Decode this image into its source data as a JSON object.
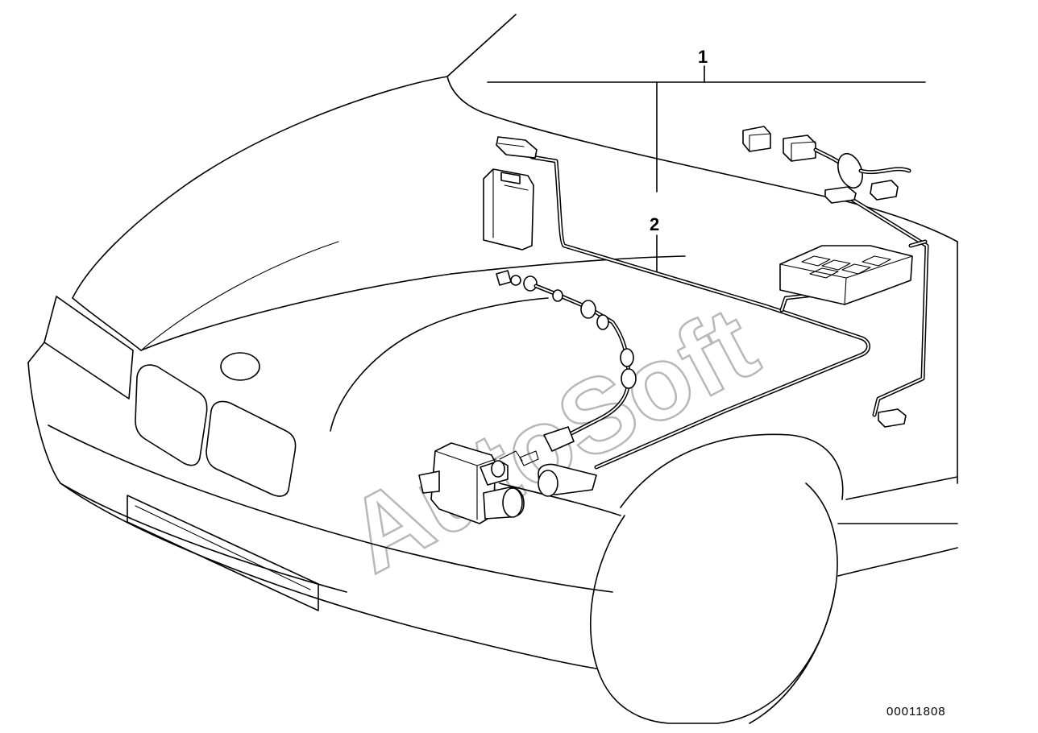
{
  "callouts": [
    {
      "id": "1",
      "label": "1"
    },
    {
      "id": "2",
      "label": "2"
    }
  ],
  "document_number": "00011808",
  "watermark": "AutoSoft"
}
